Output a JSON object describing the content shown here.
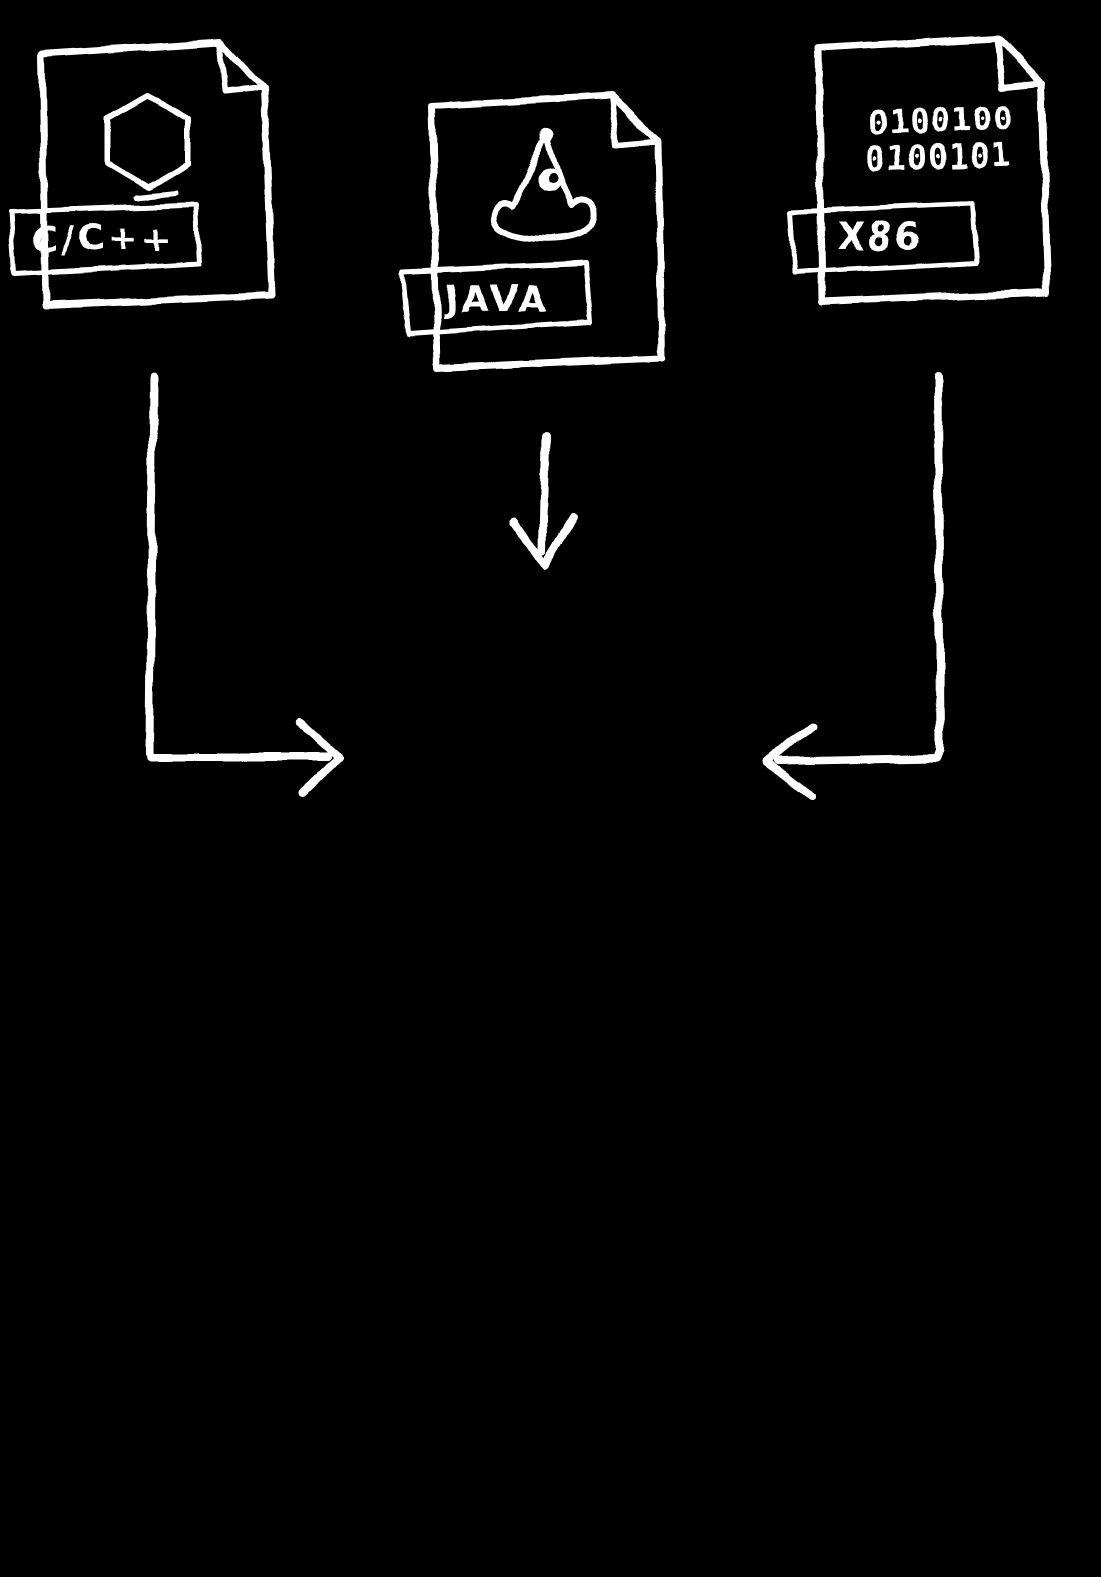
{
  "page": {
    "background_color": "#000000",
    "ink_color": "#ffffff",
    "style": "hand-drawn chalk sketch diagram"
  },
  "diagram": {
    "description": "Three source-file icons converging with arrows",
    "sources": [
      {
        "id": "cpp",
        "label": "C/C++",
        "icon": "hexagon-icon"
      },
      {
        "id": "java",
        "label": "JAVA",
        "icon": "duke-mascot-icon"
      },
      {
        "id": "x86",
        "label": "X86",
        "icon": "binary-code-icon",
        "binary_lines": [
          "0100100",
          "0100101"
        ]
      }
    ],
    "arrows": [
      {
        "from": "cpp",
        "direction": "down-then-right"
      },
      {
        "from": "java",
        "direction": "down"
      },
      {
        "from": "x86",
        "direction": "down-then-left"
      }
    ]
  }
}
